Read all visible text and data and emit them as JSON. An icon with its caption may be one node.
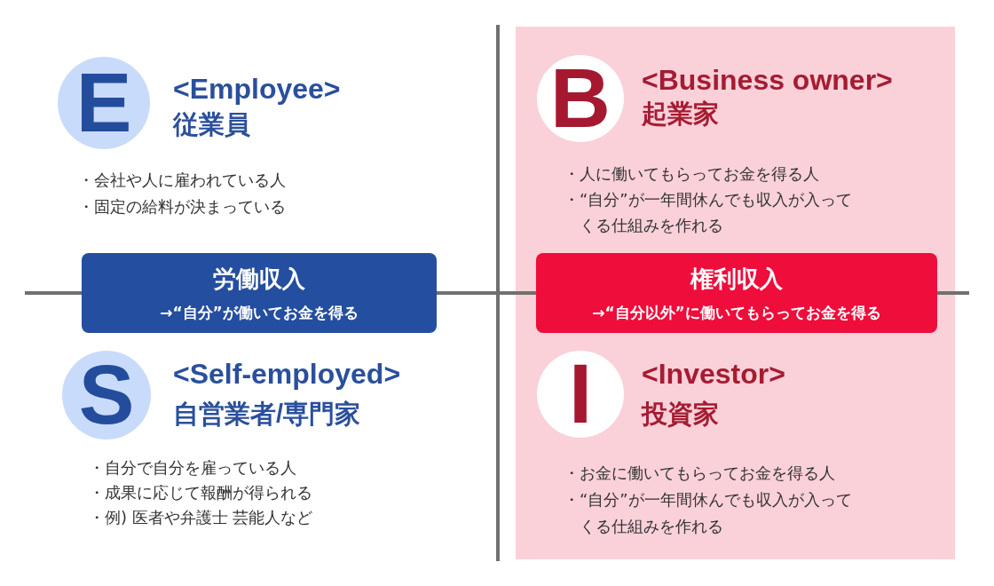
{
  "diagram": {
    "nodes": [
      {
        "text": [
          "E"
        ],
        "beside": [
          "<Employee>",
          "従業員",
          "・会社や人に雇われている人",
          "・固定の給料が決まっている"
        ]
      },
      {
        "text": [],
        "shape": "box"
      },
      {
        "text": [
          "B"
        ],
        "in": 1,
        "beside": [
          "<Business owner>",
          "起業家",
          "・人に働いてもらってお金を得る人",
          "・“自分”が一年間休んでも収入が入ってくる仕組みを作れる"
        ]
      },
      {
        "text": [
          "労働収入",
          "→“自分”が働いてお金を得る"
        ]
      },
      {
        "text": [
          "権利収入",
          "→“自分以外”に働いてもらってお金を得る"
        ],
        "in": 1
      },
      {
        "text": [
          "S"
        ],
        "beside": [
          "<Self-employed>",
          "自営業者/専門家",
          "・自分で自分を雇っている人",
          "・成果に応じて報酬が得られる",
          "・例) 医者や弁護士 芸能人など"
        ]
      },
      {
        "text": [
          "I"
        ],
        "in": 1,
        "beside": [
          "<Investor>",
          "投資家",
          "・お金に働いてもらってお金を得る人",
          "・“自分”が一年間休んでも収入が入ってくる仕組みを作れる"
        ]
      }
    ]
  }
}
